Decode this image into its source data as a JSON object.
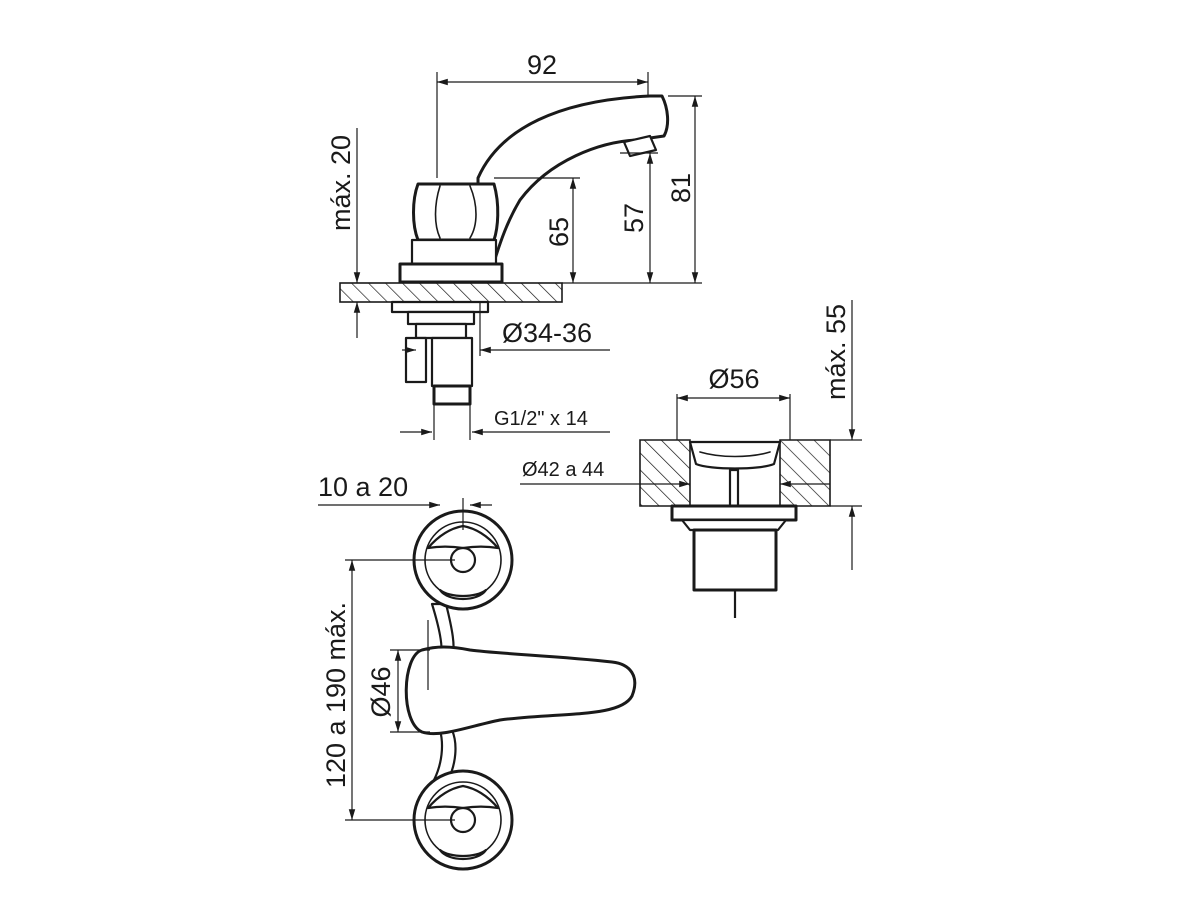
{
  "dimensions": {
    "width_92": "92",
    "max_20": "máx. 20",
    "h_65": "65",
    "h_57": "57",
    "h_81": "81",
    "dia_34_36": "Ø34-36",
    "thread": "G1/2\" x 14",
    "dia_56": "Ø56",
    "max_55": "máx. 55",
    "dia_42_44": "Ø42 a 44",
    "range_10_20": "10 a 20",
    "range_120_190": "120 a 190 máx.",
    "dia_46": "Ø46"
  }
}
